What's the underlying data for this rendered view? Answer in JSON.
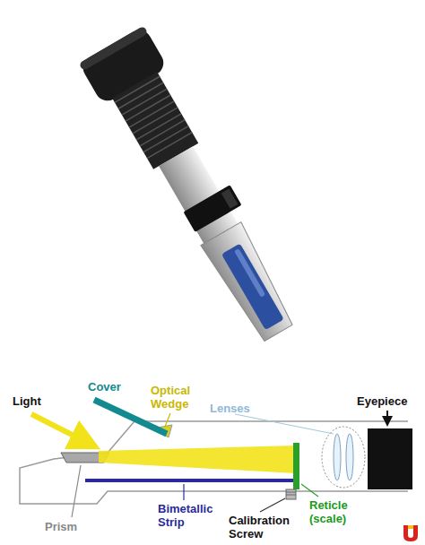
{
  "diagram": {
    "labels": [
      "Cover",
      "Light",
      "Optical Wedge",
      "Lenses",
      "Eyepiece",
      "Prism",
      "Bimetallic Strip",
      "Calibration Screw",
      "Reticle (scale)"
    ]
  }
}
